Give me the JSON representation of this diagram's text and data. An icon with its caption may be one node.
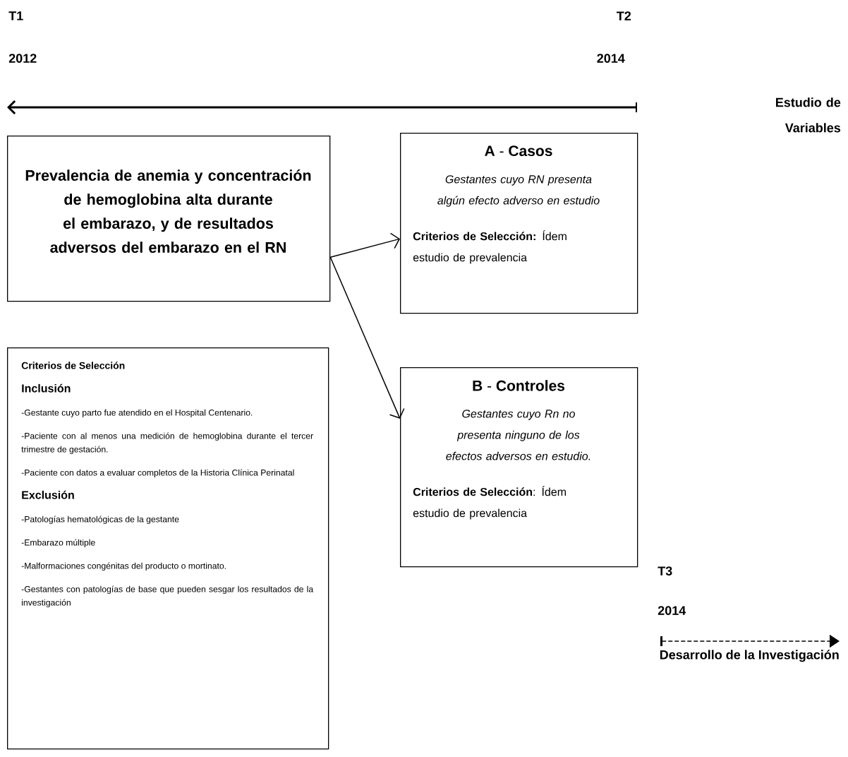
{
  "diagram": {
    "nodes": [
      {
        "text": [
          "Prevalencia de anemia y concentración de hemoglobina alta durante el embarazo, y de resultados adversos del embarazo en el RN"
        ]
      },
      {
        "text": [
          "**A** - **Casos**",
          "Gestantes cuyo RN presenta algún efecto adverso en estudio",
          "**Criterios de Selección:** Ídem estudio de prevalencia"
        ]
      },
      {
        "text": [
          "Criterios de Selección",
          "Inclusión",
          "-Gestante cuyo parto fue atendido en el Hospital Centenario.",
          "-Paciente con al menos una medición de hemoglobina durante el tercer trimestre de gestación.",
          "-Paciente con datos a evaluar completos de la Historia Clínica Perinatal",
          "Exclusión",
          "-Patologías hematológicas de la gestante",
          "-Embarazo múltiple",
          "-Malformaciones congénitas del producto o mortinato.",
          "-Gestantes con patologías de base que pueden sesgar los resultados de la investigación"
        ]
      },
      {
        "text": [
          "**B** - **Controles**",
          "Gestantes cuyo Rn no presenta ninguno de los efectos adversos en estudio.",
          "**Criterios de Selección**: Ídem estudio de prevalencia"
        ]
      }
    ],
    "edges": [
      {
        "from": 0,
        "to": 1,
        "arrow": "to"
      },
      {
        "from": 0,
        "to": 3,
        "arrow": "to"
      }
    ],
    "labels": [
      "T1",
      "T2",
      "2012",
      "2014",
      "Estudio de Variables",
      "T3",
      "2014",
      "Desarrollo de la Investigación"
    ]
  }
}
